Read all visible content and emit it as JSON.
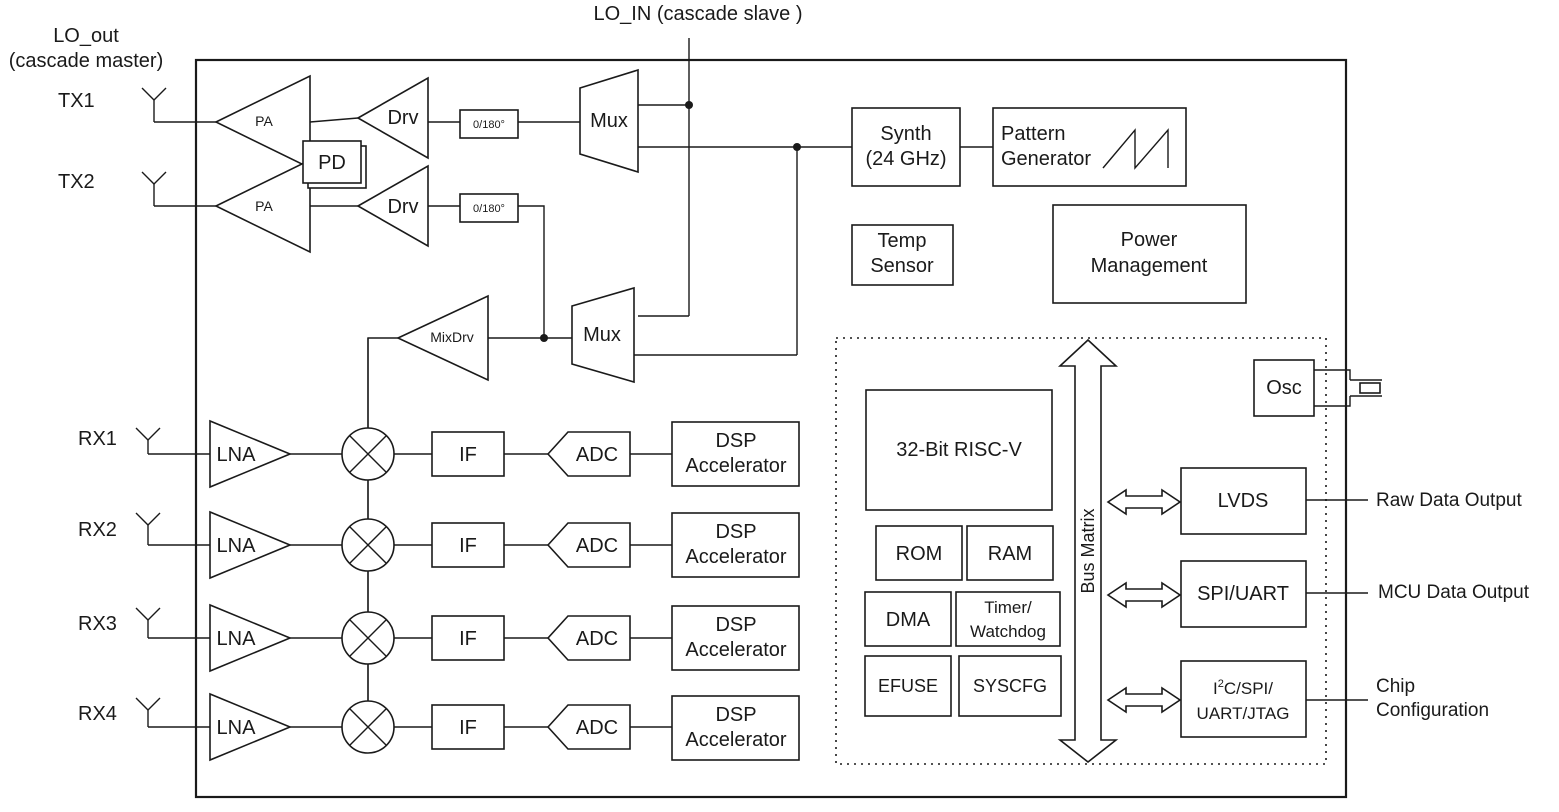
{
  "external": {
    "lo_in": "LO_IN (cascade slave )",
    "lo_out_line1": "LO_out",
    "lo_out_line2": "(cascade master)",
    "tx1": "TX1",
    "tx2": "TX2",
    "rx1": "RX1",
    "rx2": "RX2",
    "rx3": "RX3",
    "rx4": "RX4",
    "raw_data_output": "Raw Data Output",
    "mcu_data_output": "MCU Data Output",
    "chip_config_line1": "Chip",
    "chip_config_line2": "Configuration"
  },
  "tx_chain": {
    "pa": "PA",
    "drv": "Drv",
    "phase": "0/180°",
    "mux": "Mux",
    "pd": "PD"
  },
  "lo_chain": {
    "mixdrv": "MixDrv",
    "mux": "Mux"
  },
  "synth": {
    "line1": "Synth",
    "line2": "(24 GHz)"
  },
  "pattern": {
    "line1": "Pattern",
    "line2": "Generator"
  },
  "temp": {
    "line1": "Temp",
    "line2": "Sensor"
  },
  "power": {
    "line1": "Power",
    "line2": "Management"
  },
  "rx_chain": {
    "lna": "LNA",
    "if": "IF",
    "adc": "ADC",
    "dsp_line1": "DSP",
    "dsp_line2": "Accelerator"
  },
  "mcu": {
    "cpu": "32-Bit RISC-V",
    "rom": "ROM",
    "ram": "RAM",
    "dma": "DMA",
    "timer_line1": "Timer/",
    "timer_line2": "Watchdog",
    "efuse": "EFUSE",
    "syscfg": "SYSCFG",
    "bus_matrix": "Bus Matrix",
    "osc": "Osc"
  },
  "interfaces": {
    "lvds": "LVDS",
    "spi_uart": "SPI/UART",
    "i2c_line1_base": "I",
    "i2c_line1_sup": "2",
    "i2c_line1_rest": "C/SPI/",
    "i2c_line2": "UART/JTAG"
  }
}
